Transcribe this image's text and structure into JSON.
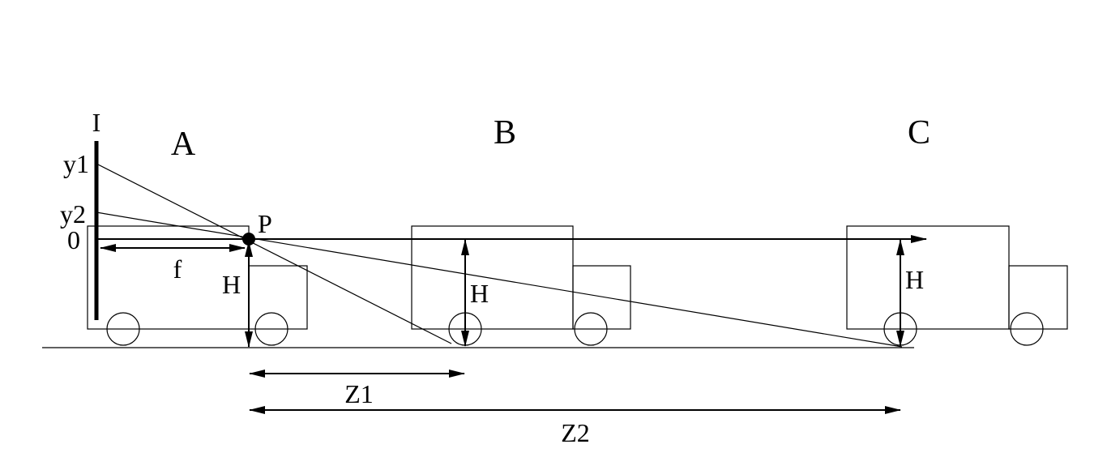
{
  "labels": {
    "image_plane": "I",
    "truck_a": "A",
    "truck_b": "B",
    "truck_c": "C",
    "y1": "y1",
    "y2": "y2",
    "zero": "0",
    "focal_length": "f",
    "pinhole": "P",
    "height_a": "H",
    "height_b": "H",
    "height_c": "H",
    "distance_1": "Z1",
    "distance_2": "Z2"
  }
}
